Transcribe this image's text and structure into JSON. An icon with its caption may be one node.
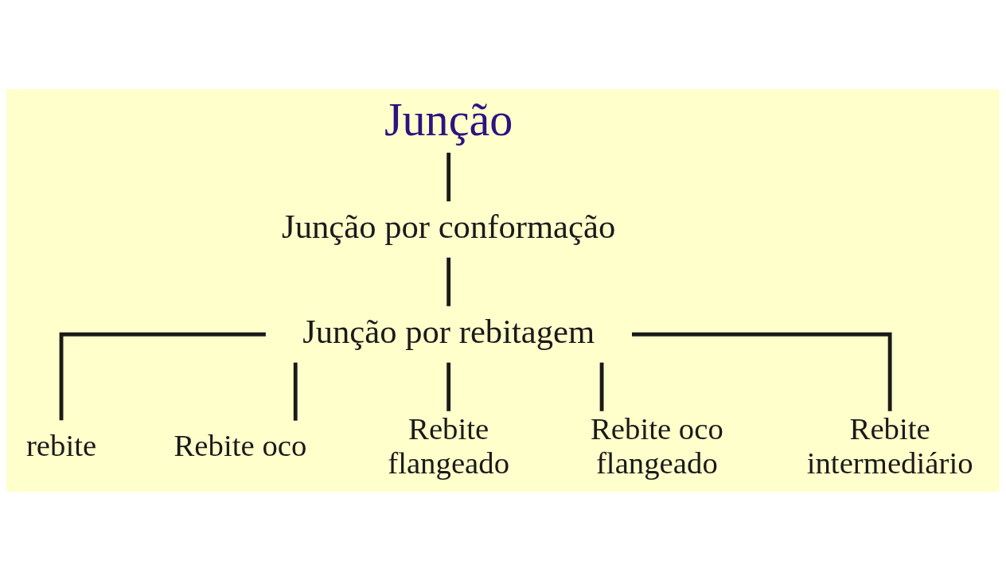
{
  "diagram": {
    "nodes": [
      {
        "text": [
          "Junção"
        ]
      },
      {
        "text": [
          "Junção por conformação"
        ]
      },
      {
        "text": [
          "Junção por rebitagem"
        ]
      },
      {
        "text": [
          "rebite"
        ]
      },
      {
        "text": [
          "Rebite oco"
        ]
      },
      {
        "text": [
          "Rebite flangeado"
        ]
      },
      {
        "text": [
          "Rebite oco flangeado"
        ]
      },
      {
        "text": [
          "Rebite intermediário"
        ]
      }
    ],
    "edges": [
      {
        "from": 0,
        "to": 1,
        "arrow": "none"
      },
      {
        "from": 1,
        "to": 2,
        "arrow": "none"
      },
      {
        "from": 2,
        "to": 3,
        "arrow": "none"
      },
      {
        "from": 2,
        "to": 4,
        "arrow": "none"
      },
      {
        "from": 2,
        "to": 5,
        "arrow": "none"
      },
      {
        "from": 2,
        "to": 6,
        "arrow": "none"
      },
      {
        "from": 2,
        "to": 7,
        "arrow": "none"
      }
    ]
  }
}
